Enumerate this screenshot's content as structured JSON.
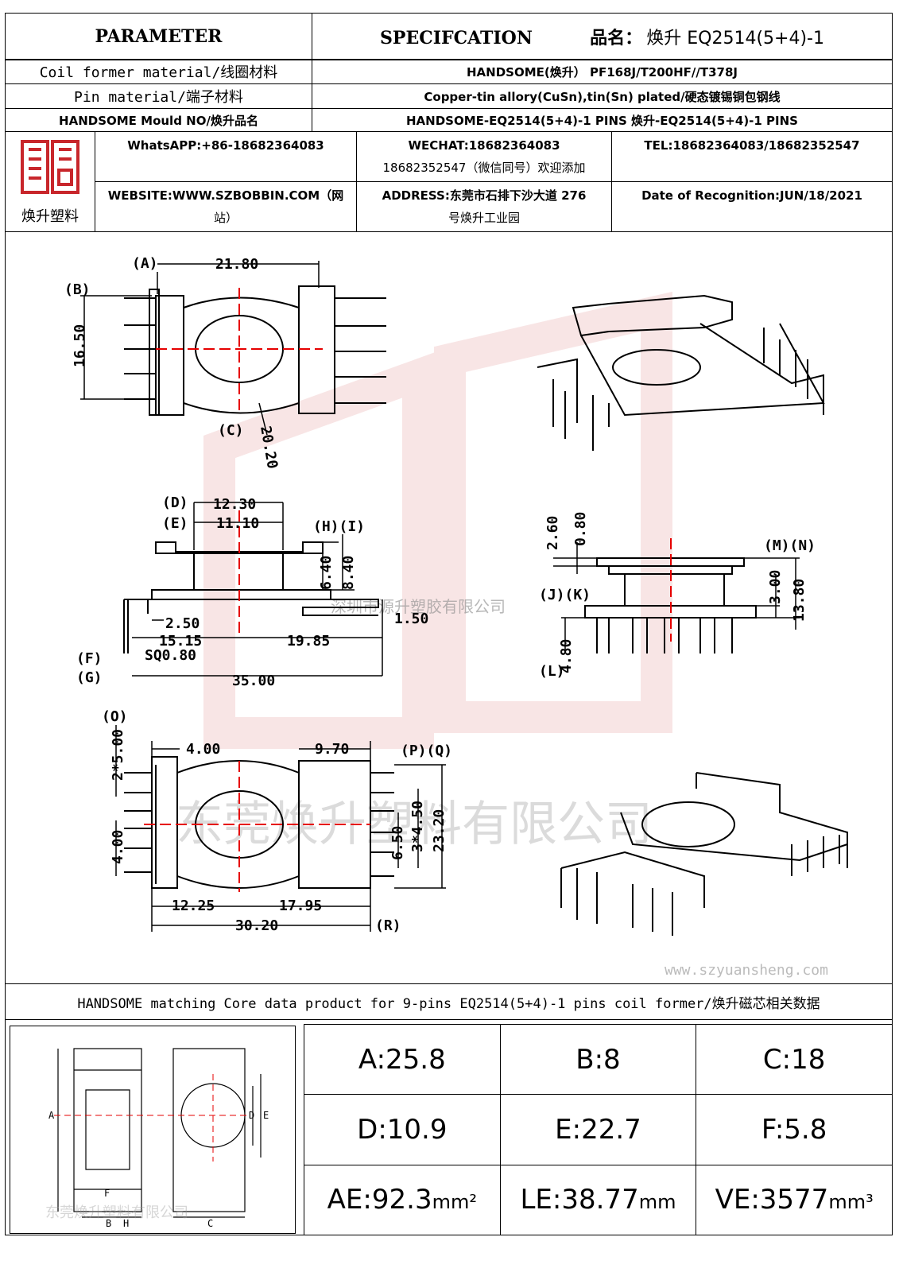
{
  "header": {
    "parameter": "PARAMETER",
    "specification": "SPECIFCATION",
    "product_name_label": "品名：",
    "product_name_value": "焕升 EQ2514(5+4)-1"
  },
  "rows": [
    {
      "label": "Coil former material/线圈材料",
      "value": "HANDSOME(焕升）  PF168J/T200HF//T378J"
    },
    {
      "label": "Pin material/端子材料",
      "value": "Copper-tin allory(CuSn),tin(Sn) plated/硬态镀锡铜包钢线"
    },
    {
      "label": "HANDSOME Mould NO/焕升品名",
      "value": "HANDSOME-EQ2514(5+4)-1 PINS   焕升-EQ2514(5+4)-1 PINS"
    }
  ],
  "contact": {
    "logo_caption": "焕升塑料",
    "whatsapp": "WhatsAPP:+86-18682364083",
    "wechat_1": "WECHAT:18682364083",
    "wechat_2": "18682352547（微信同号）欢迎添加",
    "tel": "TEL:18682364083/18682352547",
    "website_1": "WEBSITE:WWW.SZBOBBIN.COM（网",
    "website_2": "站）",
    "address_1": "ADDRESS:东莞市石排下沙大道 276",
    "address_2": "号焕升工业园",
    "date": "Date of Recognition:JUN/18/2021"
  },
  "watermarks": {
    "company_small": "深圳市源升塑胶有限公司",
    "company_large": "东莞焕升塑料有限公司",
    "website": "www.szyuansheng.com"
  },
  "dimensions": {
    "top_view": {
      "A": "(A)",
      "A_val": "21.80",
      "B": "(B)",
      "B_val": "16.50",
      "C": "(C)",
      "C_val": "20.20"
    },
    "side_view": {
      "D": "(D)",
      "D_val": "12.30",
      "E": "(E)",
      "E_val": "11.10",
      "HI": "(H)(I)",
      "H_val": "6.40",
      "I_val": "8.40",
      "v250": "2.50",
      "v1515": "15.15",
      "v1985": "19.85",
      "v150": "1.50",
      "F": "(F)",
      "G": "(G)",
      "sq": "SQ0.80",
      "v3500": "35.00"
    },
    "front_view": {
      "v260": "2.60",
      "v080": "0.80",
      "MN": "(M)(N)",
      "JK": "(J)(K)",
      "v300": "3.00",
      "v1380": "13.80",
      "L": "(L)",
      "v480": "4.80"
    },
    "bottom_view": {
      "O": "(O)",
      "v2x500": "2*5.00",
      "v400a": "4.00",
      "v400b": "4.00",
      "v970": "9.70",
      "PQ": "(P)(Q)",
      "v650": "6.50",
      "v3x450": "3*4.50",
      "v2320": "23.20",
      "v1225": "12.25",
      "v1795": "17.95",
      "v3020": "30.20",
      "R": "(R)"
    }
  },
  "core": {
    "title": "HANDSOME matching Core data  product for 9-pins EQ2514(5+4)-1 pins coil former/焕升磁芯相关数据",
    "diagram_labels": {
      "A": "A",
      "B": "B",
      "C": "C",
      "D": "D",
      "E": "E",
      "F": "F",
      "H": "H"
    },
    "values": [
      {
        "text": "A:25.8"
      },
      {
        "text": "B:8"
      },
      {
        "text": "C:18"
      },
      {
        "text": "D:10.9"
      },
      {
        "text": "E:22.7"
      },
      {
        "text": "F:5.8"
      },
      {
        "text": "AE:92.3",
        "unit": "mm²"
      },
      {
        "text": "LE:38.77",
        "unit": "mm"
      },
      {
        "text": "VE:3577",
        "unit": "mm³"
      }
    ]
  },
  "colors": {
    "line": "#000000",
    "center_mark": "#e60000",
    "watermark": "#c8262b"
  }
}
